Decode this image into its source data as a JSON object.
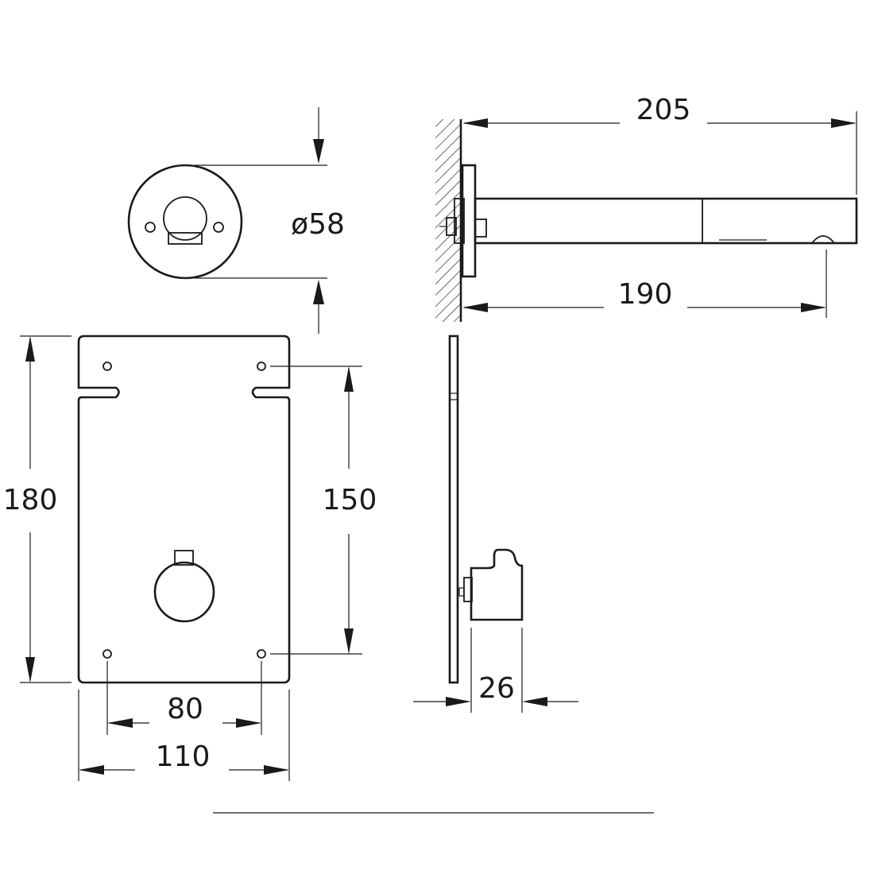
{
  "dimensions": {
    "diameter": "ø58",
    "spout_total_length": "205",
    "spout_length": "190",
    "plate_height": "180",
    "hole_vertical_spacing": "150",
    "hole_horizontal_spacing": "80",
    "plate_width": "110",
    "box_depth": "26"
  },
  "colors": {
    "line": "#1a1a1a",
    "background": "#ffffff"
  }
}
